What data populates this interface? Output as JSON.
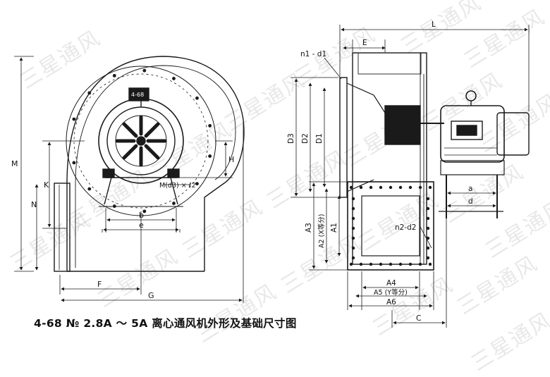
{
  "caption": "4-68 № 2.8A ～ 5A 离心通风机外形及基础尺寸图",
  "watermark": "三星通风",
  "nameplate": {
    "model": "4-68"
  },
  "labels": {
    "M": "M",
    "K": "K",
    "N": "N",
    "H": "H",
    "F": "F",
    "G": "G",
    "b": "b",
    "e": "e",
    "mount_hole": "M(d3) × ℓ2",
    "L": "L",
    "E": "E",
    "C": "C",
    "n1d1": "n1 - d1",
    "n2d2": "n2-d2",
    "D1": "D1",
    "D2": "D2",
    "D3": "D3",
    "A1": "A1",
    "A2": "A2 (X等分)",
    "A3": "A3",
    "A4": "A4",
    "A5": "A5 (Y等分)",
    "A6": "A6",
    "a": "a",
    "d": "d"
  },
  "colors": {
    "line": "#1a1a1a",
    "fill_dark": "#1a1a1a",
    "watermark": "#969696"
  }
}
